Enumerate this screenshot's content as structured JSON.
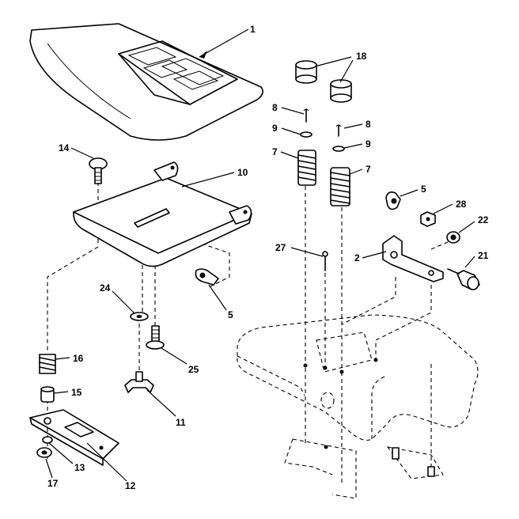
{
  "diagram": {
    "callouts": [
      "1",
      "18",
      "8",
      "9",
      "7",
      "8",
      "9",
      "7",
      "14",
      "10",
      "5",
      "28",
      "22",
      "27",
      "2",
      "21",
      "24",
      "5",
      "16",
      "25",
      "15",
      "11",
      "13",
      "12",
      "17"
    ]
  }
}
